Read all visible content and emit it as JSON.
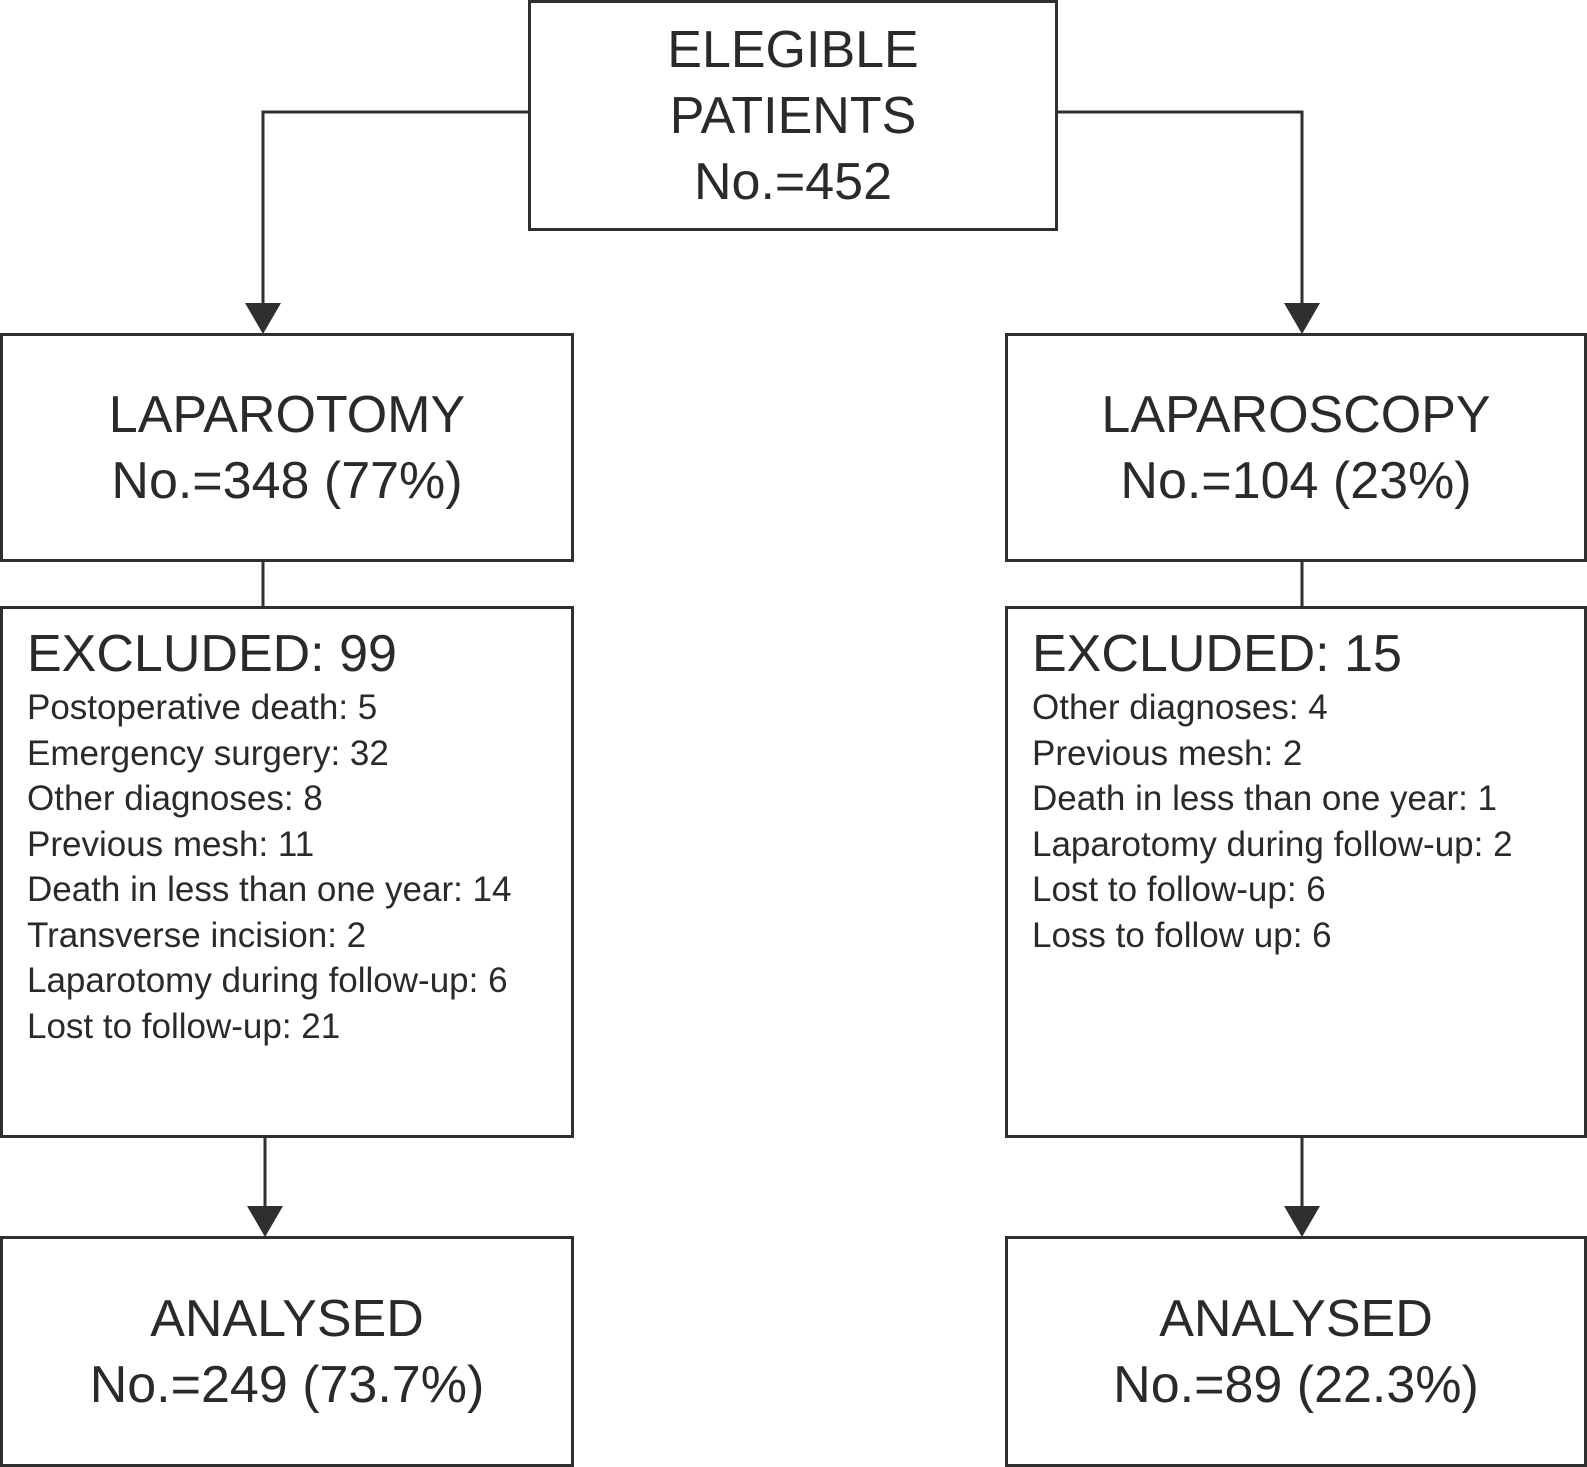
{
  "eligible": {
    "line1": "ELEGIBLE",
    "line2": "PATIENTS",
    "count": "No.=452"
  },
  "left": {
    "group": "LAPAROTOMY",
    "count": "No.=348 (77%)",
    "excluded_title": "EXCLUDED: 99",
    "excluded_items": [
      "Postoperative death: 5",
      "Emergency surgery: 32",
      "Other diagnoses: 8",
      "Previous mesh: 11",
      "Death in less than one year: 14",
      "Transverse incision: 2",
      "Laparotomy during follow-up: 6",
      "Lost to follow-up: 21"
    ],
    "analysed_title": "ANALYSED",
    "analysed_count": "No.=249 (73.7%)"
  },
  "right": {
    "group": "LAPAROSCOPY",
    "count": "No.=104 (23%)",
    "excluded_title": "EXCLUDED: 15",
    "excluded_items": [
      "Other diagnoses: 4",
      "Previous mesh: 2",
      "Death in less than one year: 1",
      "Laparotomy during follow-up: 2",
      "Lost to follow-up: 6",
      "Loss to follow up: 6"
    ],
    "analysed_title": "ANALYSED",
    "analysed_count": "No.=89 (22.3%)"
  },
  "colors": {
    "line": "#2f2f2f",
    "text": "#2a2a2a",
    "background": "#ffffff"
  }
}
